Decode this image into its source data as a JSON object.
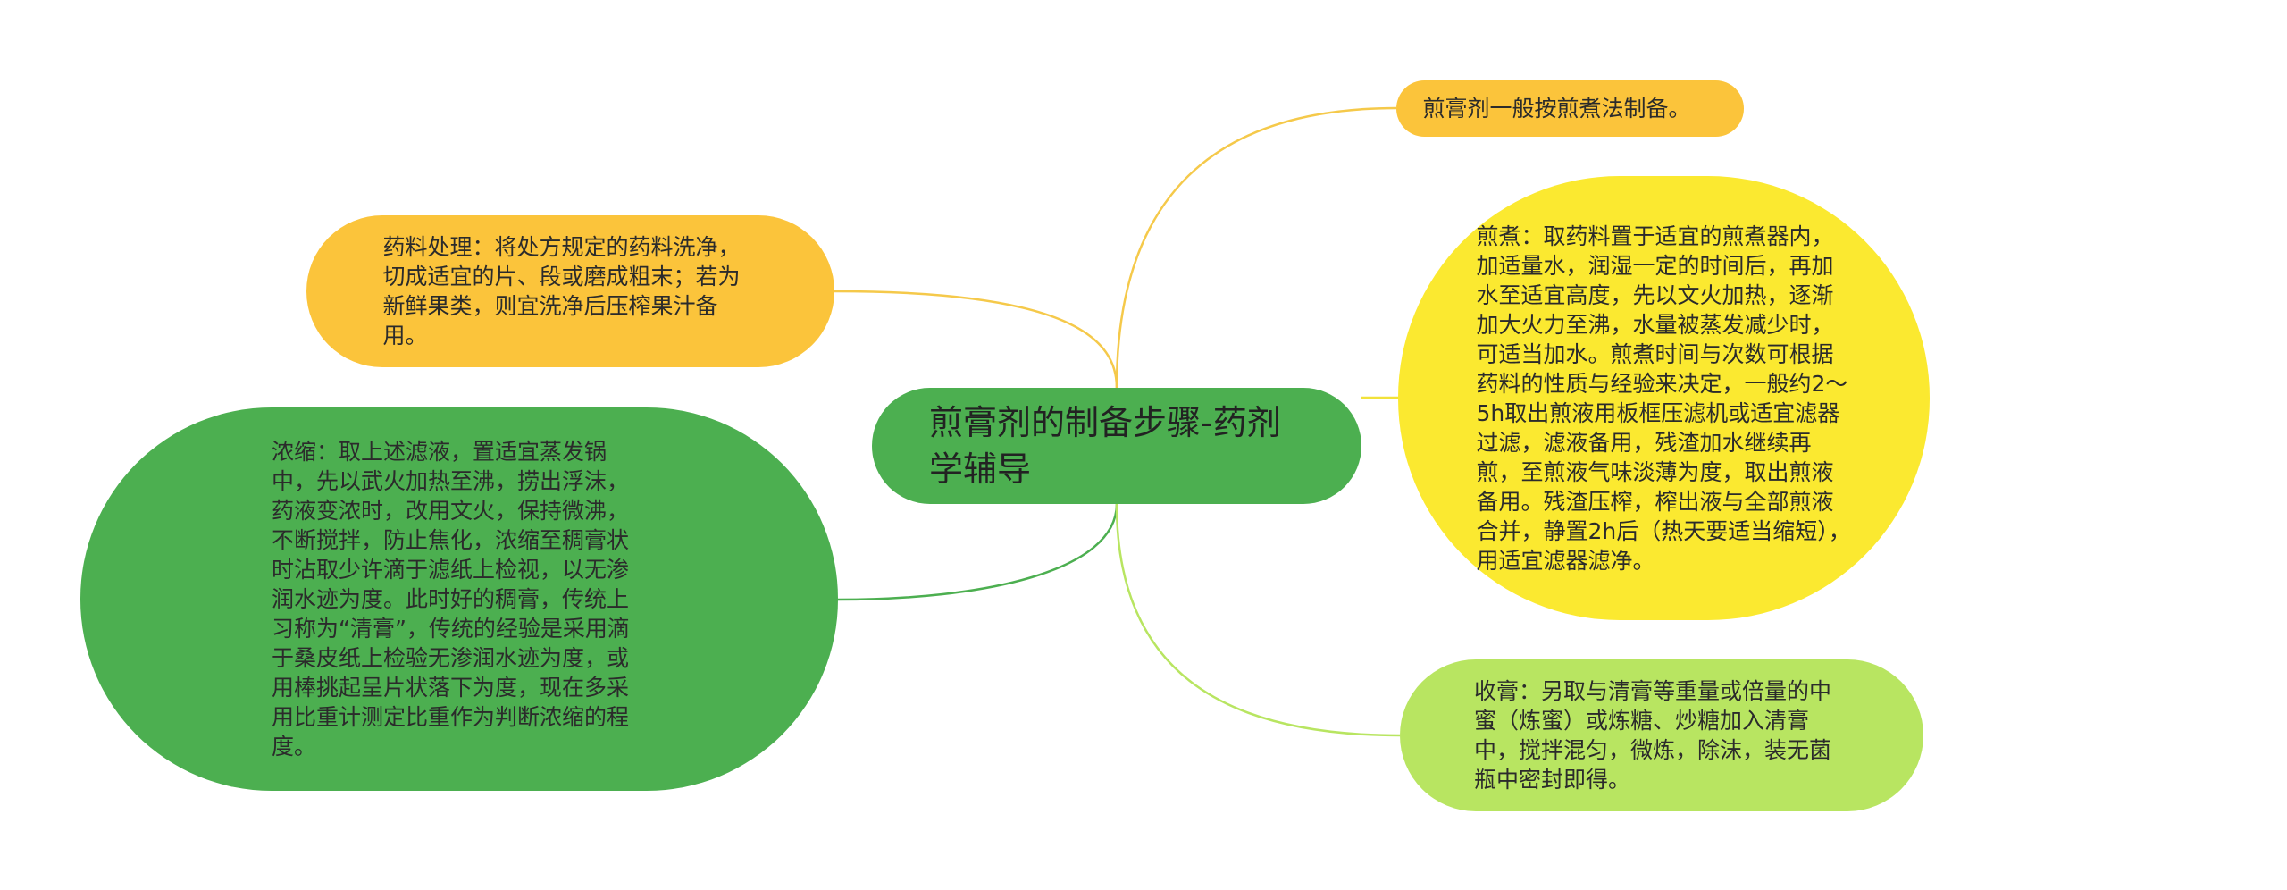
{
  "root": {
    "label": "煎膏剂的制备步骤-药剂学辅导"
  },
  "nodes": {
    "general": {
      "text": "煎膏剂一般按煎煮法制备。"
    },
    "preparation": {
      "text": "药料处理：将处方规定的药料洗净，切成适宜的片、段或磨成粗末；若为新鲜果类，则宜洗净后压榨果汁备用。"
    },
    "decoction": {
      "text": "煎煮：取药料置于适宜的煎煮器内，加适量水，润湿一定的时间后，再加水至适宜高度，先以文火加热，逐渐加大火力至沸，水量被蒸发减少时，可适当加水。煎煮时间与次数可根据药料的性质与经验来决定，一般约2～5h取出煎液用板框压滤机或适宜滤器过滤，滤液备用，残渣加水继续再煎，至煎液气味淡薄为度，取出煎液备用。残渣压榨，榨出液与全部煎液合并，静置2h后（热天要适当缩短），用适宜滤器滤净。"
    },
    "concentration": {
      "text": "浓缩：取上述滤液，置适宜蒸发锅中，先以武火加热至沸，捞出浮沫，药液变浓时，改用文火，保持微沸，不断搅拌，防止焦化，浓缩至稠膏状时沾取少许滴于滤纸上检视，以无渗润水迹为度。此时好的稠膏，传统上习称为“清膏”，传统的经验是采用滴于桑皮纸上检验无渗润水迹为度，或用棒挑起呈片状落下为度，现在多采用比重计测定比重作为判断浓缩的程度。"
    },
    "collection": {
      "text": "收膏：另取与清膏等重量或倍量的中蜜（炼蜜）或炼糖、炒糖加入清膏中，搅拌混匀，微炼，除沫，装无菌瓶中密封即得。"
    }
  },
  "colors": {
    "root": "#4caf50",
    "general": "#fbc43b",
    "preparation": "#fbc43b",
    "decoction": "#fbe930",
    "concentration": "#4caf50",
    "collection": "#b8e561"
  }
}
